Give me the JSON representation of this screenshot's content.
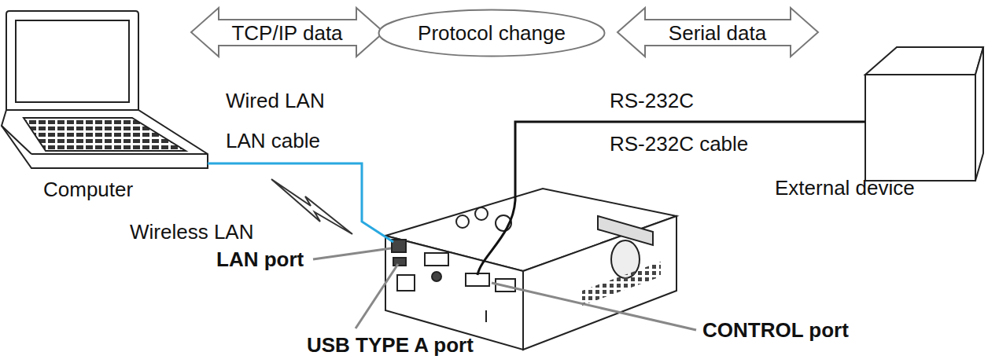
{
  "diagram": {
    "nodes": [
      {
        "text": [
          "Protocol change"
        ]
      }
    ],
    "labels": [
      "TCP/IP data",
      "Serial data",
      "Wired LAN",
      "LAN cable",
      "Computer",
      "Wireless LAN",
      "LAN port",
      "USB TYPE A port",
      "CONTROL port",
      "RS-232C",
      "RS-232C cable",
      "External device"
    ]
  }
}
